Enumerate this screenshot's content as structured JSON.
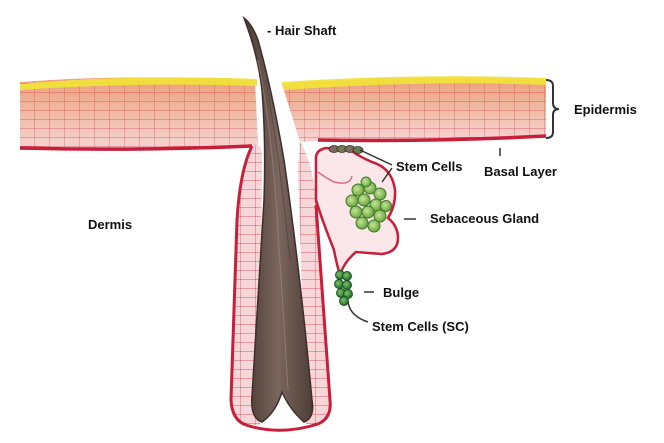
{
  "labels": {
    "hair_shaft": "- Hair Shaft",
    "epidermis": "Epidermis",
    "stem_cells": "Stem Cells",
    "basal_layer": "Basal Layer",
    "sebaceous_gland": "Sebaceous Gland",
    "dermis": "Dermis",
    "bulge": "Bulge",
    "stem_cells_sc": "Stem Cells (SC)"
  },
  "colors": {
    "stratum_corneum": "#f1e23a",
    "epidermis_outer": "#e9a07f",
    "epidermis_inner": "#f2c4c4",
    "cell_lines": "#cc3344",
    "basal_line": "#c81e3a",
    "hair": "#6e5a52",
    "hair_edge": "#3e2f2a",
    "stem_cell_green": "#5fa83a",
    "bulge_green": "#2f8a3a",
    "leader_line": "#333333"
  }
}
